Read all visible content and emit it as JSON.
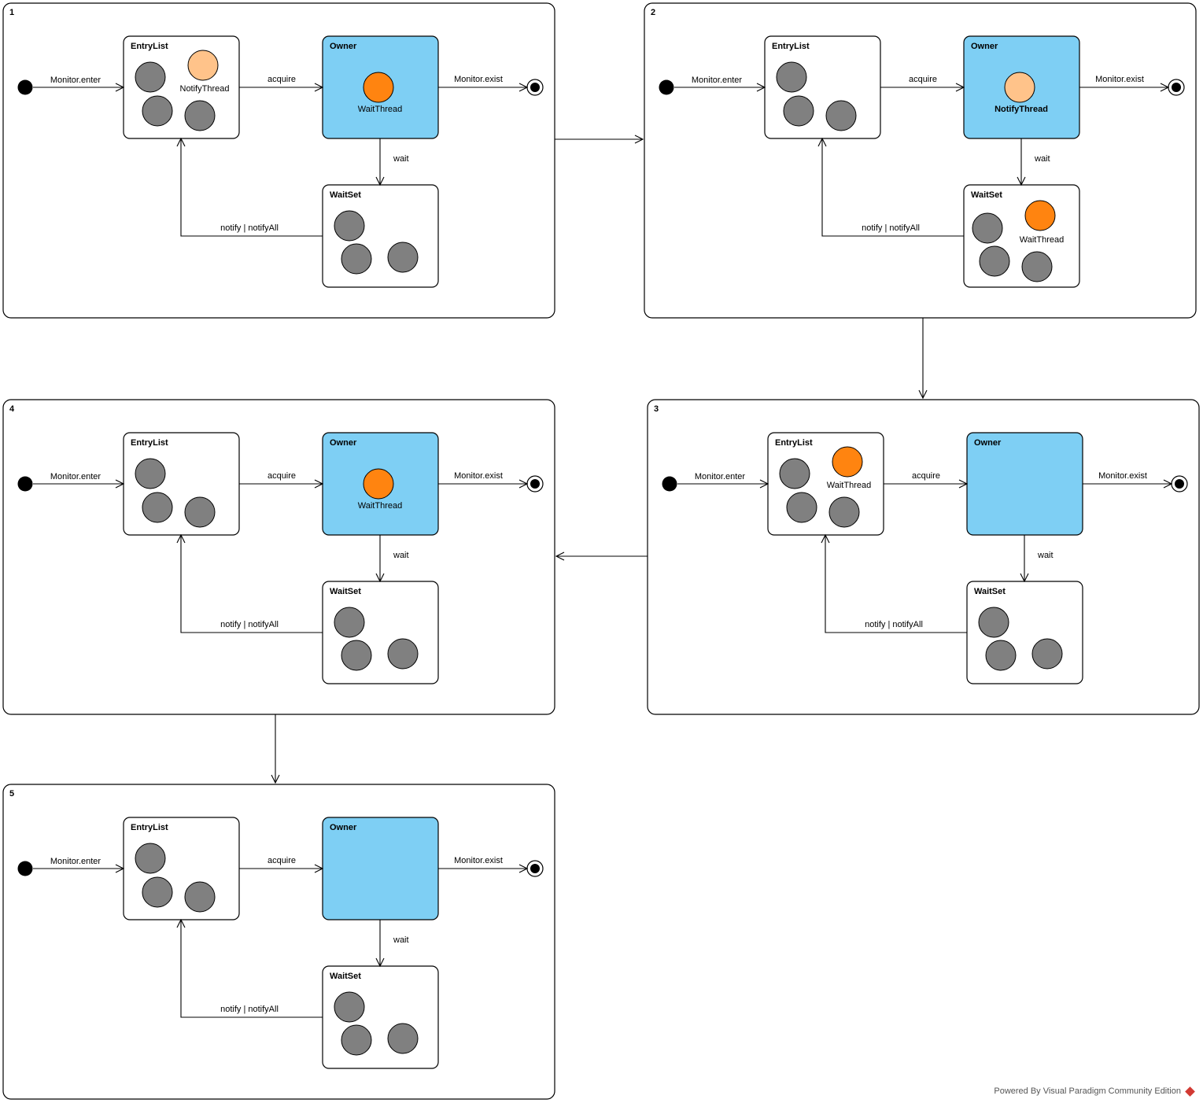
{
  "labels": {
    "entry_list": "EntryList",
    "owner": "Owner",
    "wait_set": "WaitSet",
    "monitor_enter": "Monitor.enter",
    "monitor_exist": "Monitor.exist",
    "acquire": "acquire",
    "wait": "wait",
    "notify": "notify | notifyAll"
  },
  "threads": {
    "notify_thread": "NotifyThread",
    "wait_thread": "WaitThread"
  },
  "colors": {
    "owner_fill": "#7ecff4",
    "gray_thread": "#808080",
    "notify_thread": "#ffc38a",
    "wait_thread": "#ff8410",
    "box_fill": "#ffffff"
  },
  "frames": [
    {
      "id": "1",
      "owner_thread": "wait_thread",
      "entry_thread": "notify_thread",
      "wait_thread": null
    },
    {
      "id": "2",
      "owner_thread": "notify_thread",
      "entry_thread": null,
      "wait_thread": "wait_thread"
    },
    {
      "id": "3",
      "owner_thread": null,
      "entry_thread": "wait_thread",
      "wait_thread": null
    },
    {
      "id": "4",
      "owner_thread": "wait_thread",
      "entry_thread": null,
      "wait_thread": null
    },
    {
      "id": "5",
      "owner_thread": null,
      "entry_thread": null,
      "wait_thread": null
    }
  ],
  "footer": {
    "text": "Powered By Visual Paradigm Community Edition",
    "logo_icon": "visual-paradigm-logo-icon"
  }
}
